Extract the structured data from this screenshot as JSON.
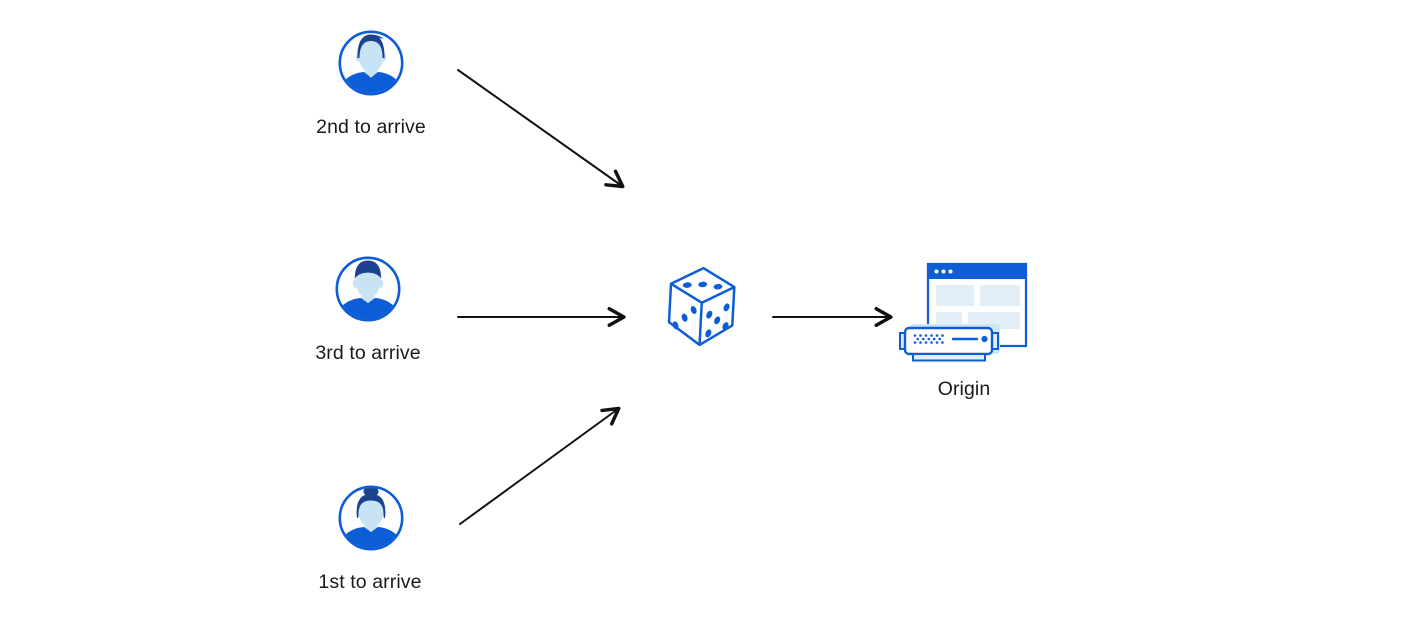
{
  "diagram": {
    "kind": "traffic-steering-random-diagram",
    "nodes": {
      "visitor_second": {
        "label": "2nd to arrive",
        "icon": "male-avatar-quiff-icon"
      },
      "visitor_third": {
        "label": "3rd to arrive",
        "icon": "male-avatar-short-hair-icon"
      },
      "visitor_first": {
        "label": "1st to arrive",
        "icon": "female-avatar-bun-icon"
      },
      "selector": {
        "icon": "dice-icon"
      },
      "origin": {
        "label": "Origin",
        "icon": "origin-server-browser-icon"
      }
    },
    "edges": [
      {
        "from": "visitor_second",
        "to": "selector"
      },
      {
        "from": "visitor_third",
        "to": "selector"
      },
      {
        "from": "visitor_first",
        "to": "selector"
      },
      {
        "from": "selector",
        "to": "origin"
      }
    ],
    "colors": {
      "accent_blue": "#0d5dd7",
      "hair_navy": "#1c4390",
      "skin_light_blue": "#c8e4f4",
      "panel_light_blue": "#e2eef8",
      "shadow_light_blue": "#cde5f4",
      "arrow_black": "#111111",
      "text_color": "#1a1a1a",
      "background": "#ffffff"
    }
  }
}
